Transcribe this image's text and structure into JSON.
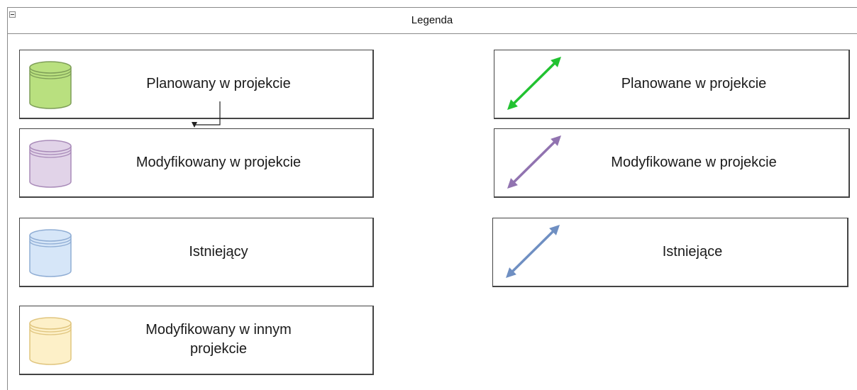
{
  "header": {
    "title": "Legenda"
  },
  "legend": {
    "databases": [
      {
        "label": "Planowany w projekcie",
        "fill": "#b9e07f",
        "stroke": "#7e9e58"
      },
      {
        "label": "Modyfikowany w projekcie",
        "fill": "#e1d3e8",
        "stroke": "#a98bb9"
      },
      {
        "label": "Istniejący",
        "fill": "#d6e6f8",
        "stroke": "#8fadd4"
      },
      {
        "label": "Modyfikowany w innym projekcie",
        "fill": "#fdf0c8",
        "stroke": "#e0c57e"
      }
    ],
    "connections": [
      {
        "label": "Planowane w projekcie",
        "color": "#22c231"
      },
      {
        "label": "Modyfikowane w projekcie",
        "color": "#9173b0"
      },
      {
        "label": "Istniejące",
        "color": "#6f8fc2"
      }
    ]
  }
}
